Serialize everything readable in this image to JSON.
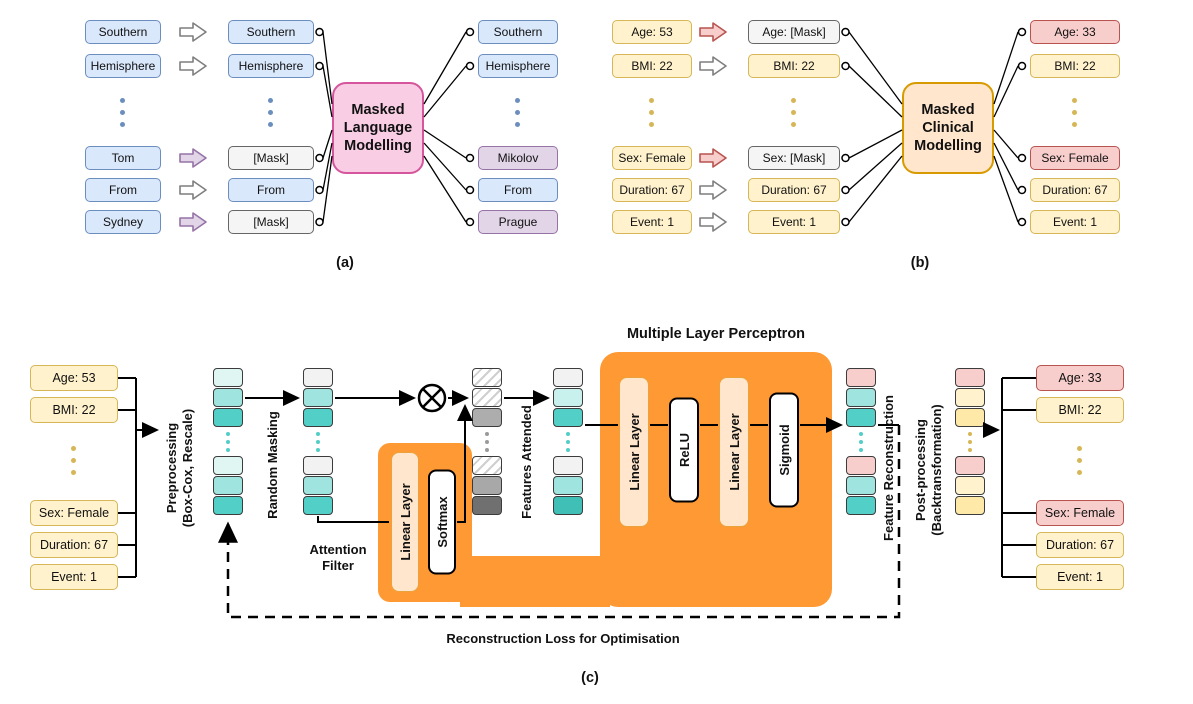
{
  "panel_a": {
    "label": "(a)",
    "model": "Masked\nLanguage\nModelling",
    "input": [
      "Southern",
      "Hemisphere",
      "Tom",
      "From",
      "Sydney"
    ],
    "masked": [
      "Southern",
      "Hemisphere",
      "[Mask]",
      "From",
      "[Mask]"
    ],
    "output": [
      "Southern",
      "Hemisphere",
      "Mikolov",
      "From",
      "Prague"
    ]
  },
  "panel_b": {
    "label": "(b)",
    "model": "Masked\nClinical\nModelling",
    "input": [
      "Age: 53",
      "BMI: 22",
      "Sex: Female",
      "Duration: 67",
      "Event: 1"
    ],
    "masked": [
      "Age: [Mask]",
      "BMI: 22",
      "Sex: [Mask]",
      "Duration: 67",
      "Event: 1"
    ],
    "output": [
      "Age: 33",
      "BMI: 22",
      "Sex: Female",
      "Duration: 67",
      "Event: 1"
    ]
  },
  "panel_c": {
    "label": "(c)",
    "input": [
      "Age: 53",
      "BMI: 22",
      "Sex: Female",
      "Duration: 67",
      "Event: 1"
    ],
    "output": [
      "Age: 33",
      "BMI: 22",
      "Sex: Female",
      "Duration: 67",
      "Event: 1"
    ],
    "labels": {
      "preprocessing": "Preprocessing\n(Box-Cox, Rescale)",
      "random_masking": "Random Masking",
      "attention_filter": "Attention\nFilter",
      "linear_layer": "Linear Layer",
      "linear_layer2": "Linear Layer",
      "softmax": "Softmax",
      "features_attended": "Features Attended",
      "mlp_title": "Multiple Layer Perceptron",
      "relu": "ReLU",
      "sigmoid": "Sigmoid",
      "feature_reconstruction": "Feature Reconstruction",
      "postprocessing": "Post-processing\n(Backtransformation)",
      "loss": "Reconstruction Loss for Optimisation"
    }
  },
  "colors": {
    "token_blue": "#dae8fc",
    "token_yellow": "#fff2cc",
    "masked_gray": "#f5f5f5",
    "result_purple": "#e1d5e7",
    "result_red": "#f8cecc",
    "mlm_pink": "#f9cee5",
    "mcm_orange": "#ffe6cc",
    "mlp_orange": "#ff9933",
    "teal": "#52cfc6"
  }
}
